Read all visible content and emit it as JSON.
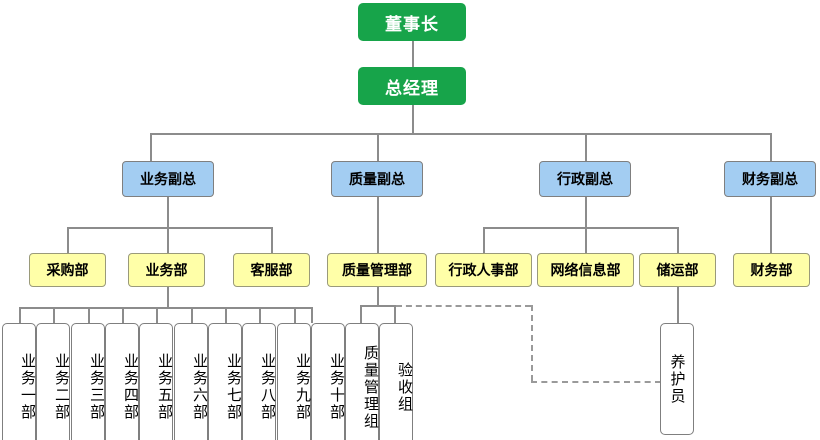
{
  "diagram": {
    "title": "组织结构图",
    "type": "org-chart",
    "colors": {
      "executive_fill": "#17a44a",
      "executive_text": "#ffffff",
      "vp_fill": "#a3cdf2",
      "department_fill": "#ffffa8",
      "unit_fill": "#ffffff",
      "line": "#8c8c8c",
      "dashed_line": "#9a9a9a"
    },
    "levels": {
      "executive": [
        {
          "id": "chairman",
          "label": "董事长"
        },
        {
          "id": "general-manager",
          "label": "总经理"
        }
      ],
      "vice_presidents": [
        {
          "id": "vp-business",
          "label": "业务副总"
        },
        {
          "id": "vp-quality",
          "label": "质量副总"
        },
        {
          "id": "vp-admin",
          "label": "行政副总"
        },
        {
          "id": "vp-finance",
          "label": "财务副总"
        }
      ],
      "departments": [
        {
          "id": "dept-purchasing",
          "label": "采购部"
        },
        {
          "id": "dept-business",
          "label": "业务部"
        },
        {
          "id": "dept-customer-service",
          "label": "客服部"
        },
        {
          "id": "dept-quality-management",
          "label": "质量管理部"
        },
        {
          "id": "dept-admin-hr",
          "label": "行政人事部"
        },
        {
          "id": "dept-network-information",
          "label": "网络信息部"
        },
        {
          "id": "dept-storage-transport",
          "label": "储运部"
        },
        {
          "id": "dept-finance",
          "label": "财务部"
        }
      ],
      "units": [
        {
          "id": "unit-business-1",
          "label": "业务一部"
        },
        {
          "id": "unit-business-2",
          "label": "业务二部"
        },
        {
          "id": "unit-business-3",
          "label": "业务三部"
        },
        {
          "id": "unit-business-4",
          "label": "业务四部"
        },
        {
          "id": "unit-business-5",
          "label": "业务五部"
        },
        {
          "id": "unit-business-6",
          "label": "业务六部"
        },
        {
          "id": "unit-business-7",
          "label": "业务七部"
        },
        {
          "id": "unit-business-8",
          "label": "业务八部"
        },
        {
          "id": "unit-business-9",
          "label": "业务九部"
        },
        {
          "id": "unit-business-10",
          "label": "业务十部"
        },
        {
          "id": "unit-quality-group",
          "label": "质量管理组"
        },
        {
          "id": "unit-acceptance-group",
          "label": "验收组"
        },
        {
          "id": "unit-maintainer",
          "label": "养护员"
        }
      ]
    }
  }
}
